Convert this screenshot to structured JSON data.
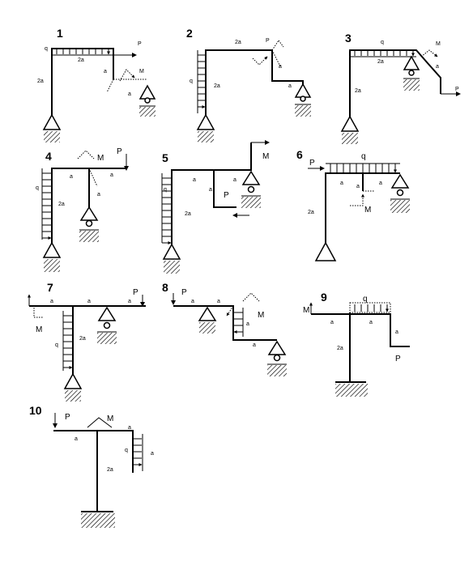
{
  "problems": [
    {
      "number": "1",
      "labels": [
        "q",
        "2a",
        "P",
        "2a",
        "a",
        "M",
        "a"
      ]
    },
    {
      "number": "2",
      "labels": [
        "2a",
        "P",
        "q",
        "2a",
        "a",
        "a"
      ]
    },
    {
      "number": "3",
      "labels": [
        "q",
        "M",
        "2a",
        "P",
        "a",
        "2a"
      ]
    },
    {
      "number": "4",
      "labels": [
        "M",
        "P",
        "q",
        "a",
        "a",
        "a",
        "2a"
      ]
    },
    {
      "number": "5",
      "labels": [
        "M",
        "q",
        "a",
        "a",
        "a",
        "P",
        "2a"
      ]
    },
    {
      "number": "6",
      "labels": [
        "q",
        "P",
        "a",
        "a",
        "a",
        "M",
        "2a"
      ]
    },
    {
      "number": "7",
      "labels": [
        "a",
        "a",
        "P",
        "M",
        "a",
        "q",
        "2a"
      ]
    },
    {
      "number": "8",
      "labels": [
        "P",
        "a",
        "a",
        "M",
        "a",
        "a"
      ]
    },
    {
      "number": "9",
      "labels": [
        "q",
        "M",
        "a",
        "a",
        "a",
        "2a",
        "P"
      ]
    },
    {
      "number": "10",
      "labels": [
        "P",
        "M",
        "a",
        "a",
        "q",
        "a",
        "2a"
      ]
    }
  ]
}
